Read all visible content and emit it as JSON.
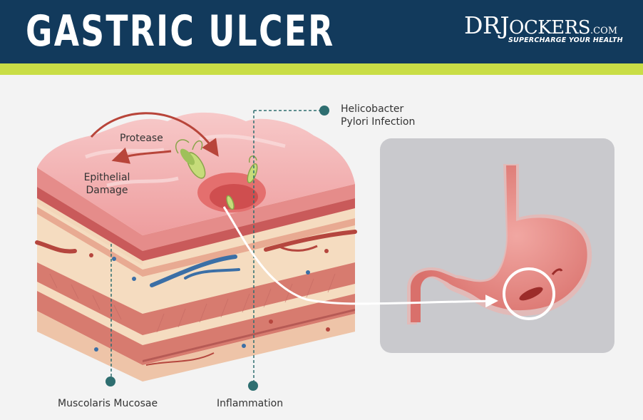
{
  "header": {
    "title": "GASTRIC ULCER",
    "brand_dr": "DR",
    "brand_j": "J",
    "brand_ockers": "OCKERS",
    "brand_com": ".COM",
    "brand_tagline": "SUPERCHARGE YOUR HEALTH"
  },
  "labels": {
    "protease": "Protease",
    "epithelial_1": "Epithelial",
    "epithelial_2": "Damage",
    "helicobacter_1": "Helicobacter",
    "helicobacter_2": "Pylori Infection",
    "muscolaris": "Muscolaris Mucosae",
    "inflammation": "Inflammation"
  },
  "colors": {
    "header_bg": "#123a5c",
    "accent": "#c9dd46",
    "marker": "#2e6e70",
    "arrow": "#b8453a"
  }
}
